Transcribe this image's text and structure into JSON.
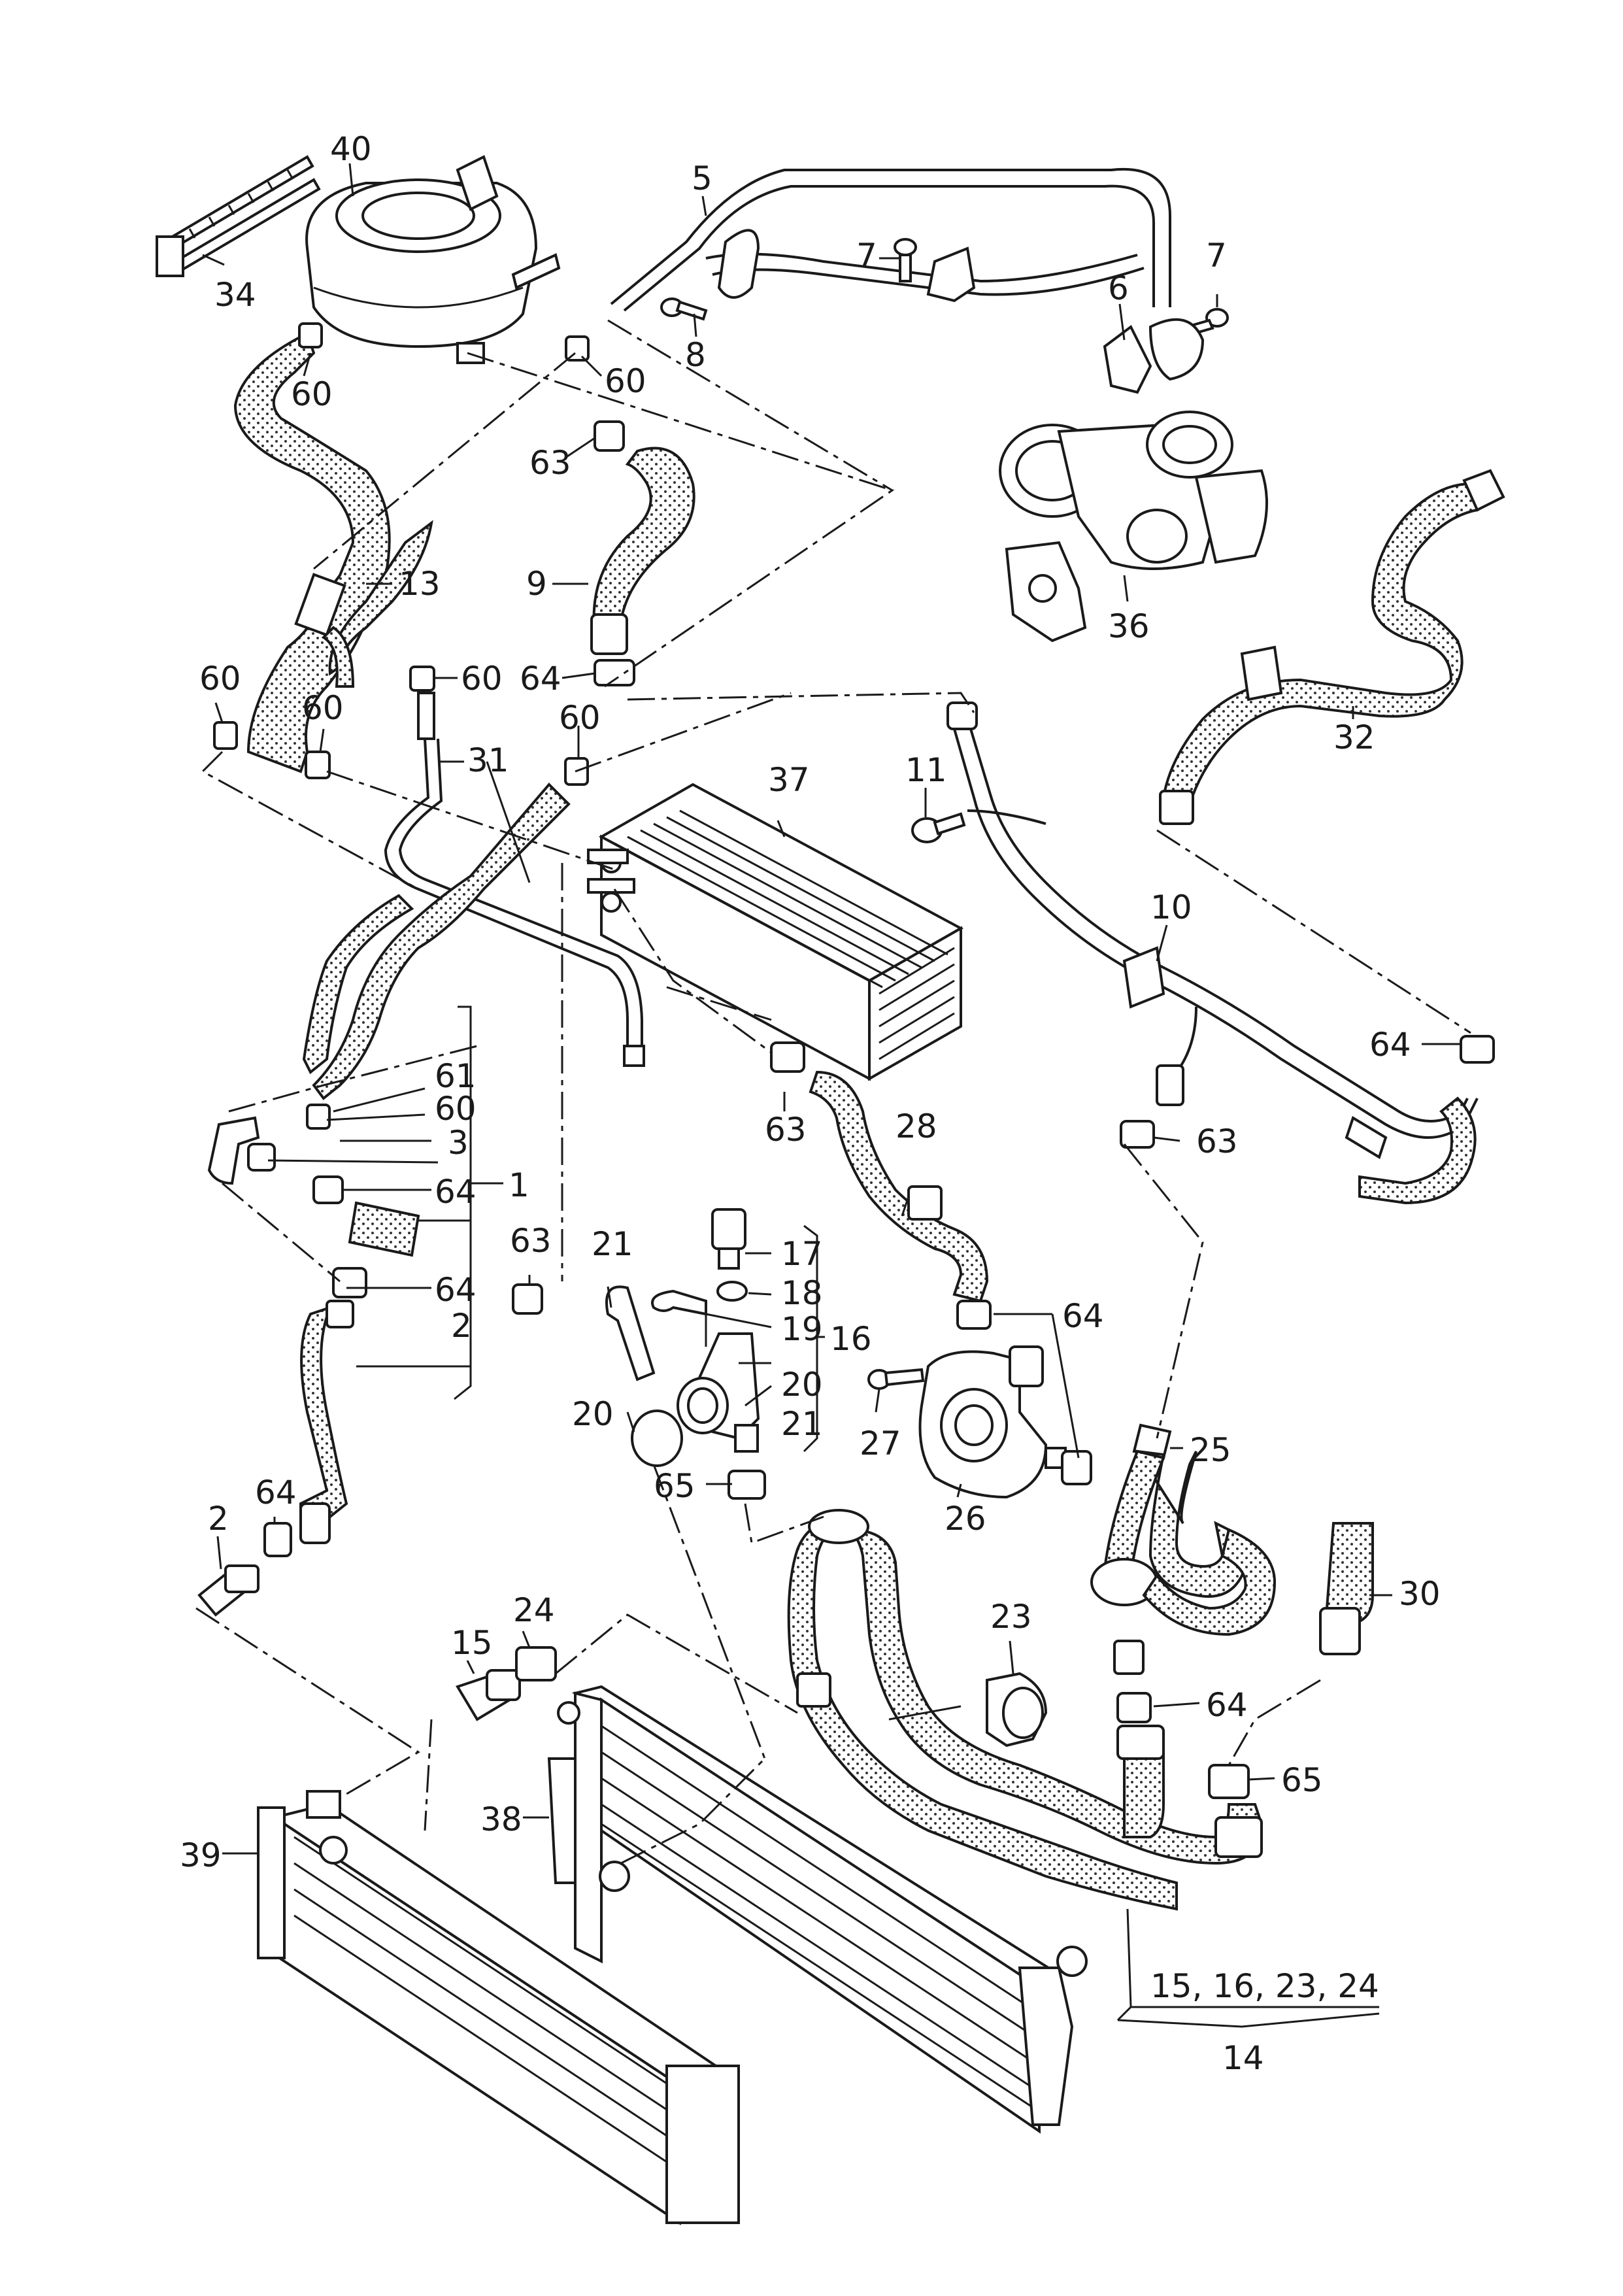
{
  "labels": [
    {
      "text": "40"
    },
    {
      "text": "34"
    },
    {
      "text": "5"
    },
    {
      "text": "7"
    },
    {
      "text": "7"
    },
    {
      "text": "8"
    },
    {
      "text": "6"
    },
    {
      "text": "60"
    },
    {
      "text": "60"
    },
    {
      "text": "63"
    },
    {
      "text": "13"
    },
    {
      "text": "9"
    },
    {
      "text": "36"
    },
    {
      "text": "60"
    },
    {
      "text": "60"
    },
    {
      "text": "60"
    },
    {
      "text": "64"
    },
    {
      "text": "32"
    },
    {
      "text": "60"
    },
    {
      "text": "31"
    },
    {
      "text": "37"
    },
    {
      "text": "11"
    },
    {
      "text": "10"
    },
    {
      "text": "64"
    },
    {
      "text": "61"
    },
    {
      "text": "60"
    },
    {
      "text": "3"
    },
    {
      "text": "64"
    },
    {
      "text": "1"
    },
    {
      "text": "63"
    },
    {
      "text": "28"
    },
    {
      "text": "63"
    },
    {
      "text": "63"
    },
    {
      "text": "64"
    },
    {
      "text": "2"
    },
    {
      "text": "21"
    },
    {
      "text": "17"
    },
    {
      "text": "18"
    },
    {
      "text": "19"
    },
    {
      "text": "16"
    },
    {
      "text": "20"
    },
    {
      "text": "20"
    },
    {
      "text": "21"
    },
    {
      "text": "64"
    },
    {
      "text": "27"
    },
    {
      "text": "25"
    },
    {
      "text": "65"
    },
    {
      "text": "26"
    },
    {
      "text": "64"
    },
    {
      "text": "2"
    },
    {
      "text": "30"
    },
    {
      "text": "24"
    },
    {
      "text": "23"
    },
    {
      "text": "15"
    },
    {
      "text": "64"
    },
    {
      "text": "65"
    },
    {
      "text": "38"
    },
    {
      "text": "39"
    },
    {
      "text": "15, 16, 23, 24"
    },
    {
      "text": "14"
    }
  ]
}
